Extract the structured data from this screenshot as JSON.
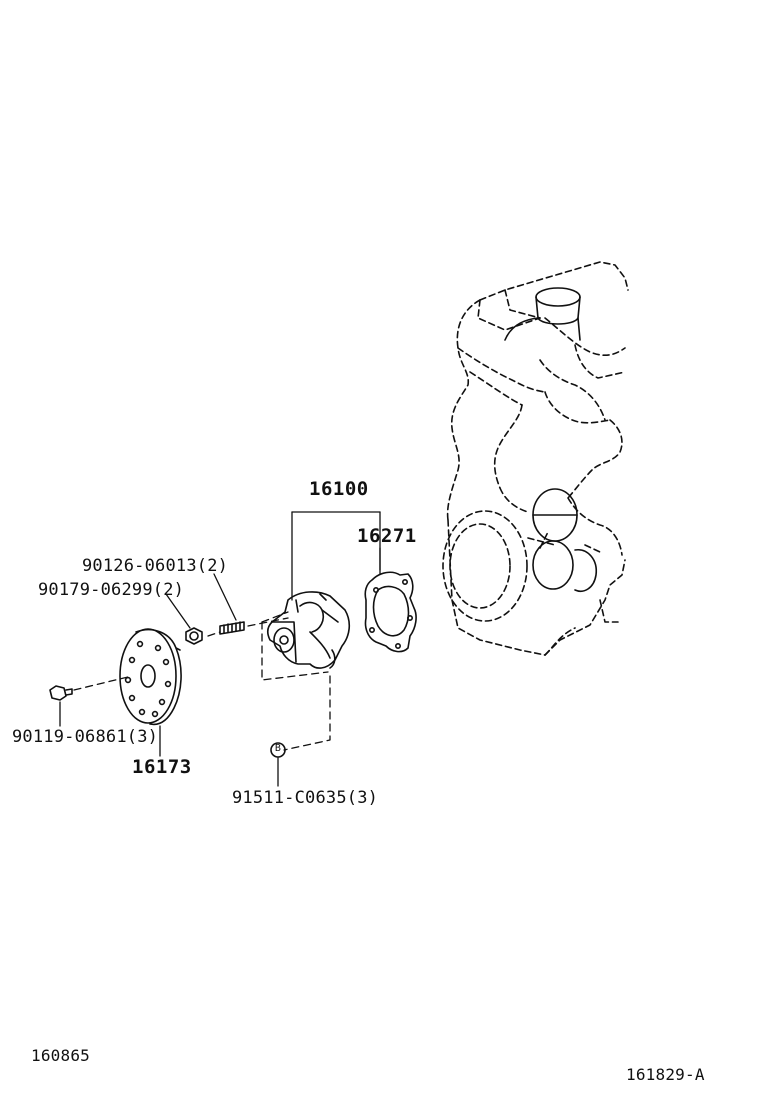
{
  "parts": {
    "water_pump_assy": "16100",
    "gasket": "16271",
    "stud_bolt": "90126-06013(2)",
    "nut": "90179-06299(2)",
    "pulley_bolt": "90119-06861(3)",
    "pulley": "16173",
    "bolt_b": "91511-C0635(3)"
  },
  "reference_marker": "B",
  "footer": {
    "left_code": "160865",
    "right_code": "161829-A"
  },
  "colors": {
    "line": "#111111",
    "background": "#ffffff"
  }
}
